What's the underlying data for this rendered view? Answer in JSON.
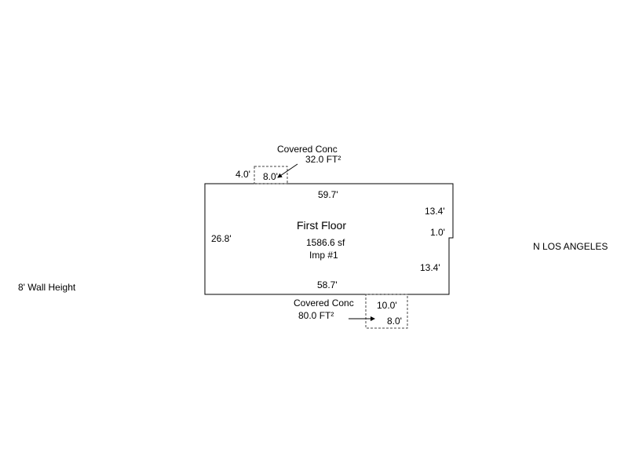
{
  "plan": {
    "first_floor": {
      "label": "First Floor",
      "area": "1586.6 sf",
      "imp": "Imp #1",
      "dims": {
        "top": "59.7'",
        "left": "26.8'",
        "bottom": "58.7'",
        "right_upper": "13.4'",
        "right_jog": "1.0'",
        "right_lower": "13.4'"
      }
    },
    "porch_top": {
      "label": "Covered Conc",
      "area": "32.0 FT²",
      "dims": {
        "depth": "4.0'",
        "width": "8.0'"
      }
    },
    "porch_bottom": {
      "label": "Covered Conc",
      "area": "80.0 FT²",
      "dims": {
        "depth": "10.0'",
        "width": "8.0'"
      }
    }
  },
  "street": "N LOS ANGELES",
  "wall_height": "8' Wall Height",
  "colors": {
    "line": "#000000",
    "dashed": "#444444",
    "background": "#ffffff"
  }
}
